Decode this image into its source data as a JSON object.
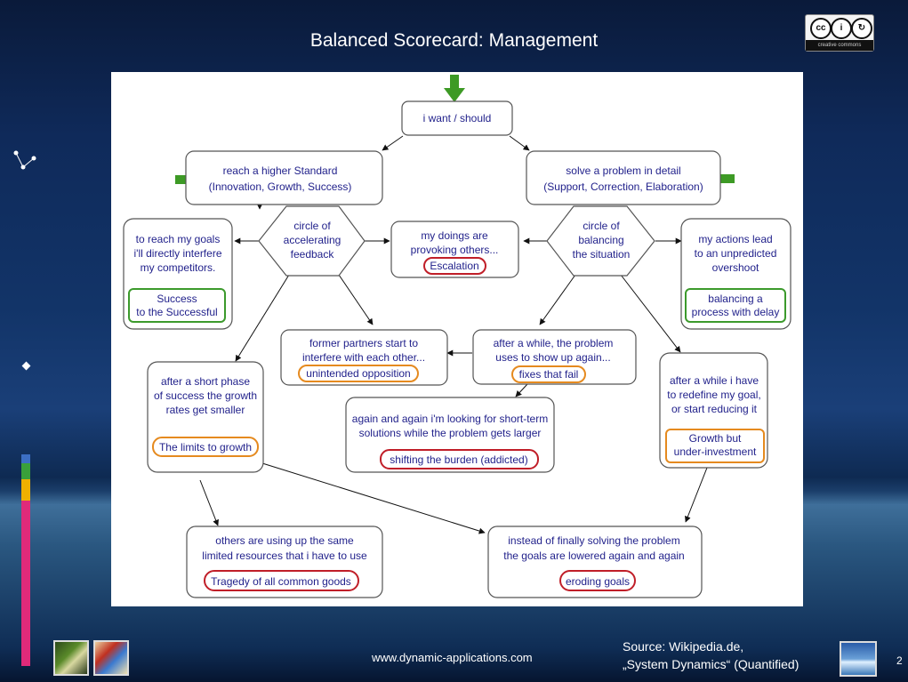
{
  "slide": {
    "title": "Balanced Scorecard: Management",
    "footer_url": "www.dynamic-applications.com",
    "source_line1": "Source: Wikipedia.de,",
    "source_line2": "„System Dynamics“ (Quantified)",
    "page_number": "2",
    "cc_label": "creative commons"
  },
  "colors": {
    "box_text": "#1f1f8a",
    "box_border": "#555555",
    "tag_red": "#c01e28",
    "tag_orange": "#e58a1f",
    "tag_green": "#3c9a2c",
    "arrow_green": "#3d9a25",
    "side_bars": [
      "#3c6fc4",
      "#3aa03a",
      "#f0b000",
      "#e02a7a"
    ]
  },
  "diagram": {
    "start": {
      "text": "i want / should"
    },
    "higher_standard": {
      "line1": "reach a higher Standard",
      "line2": "(Innovation, Growth, Success)"
    },
    "solve_problem": {
      "line1": "solve a problem in detail",
      "line2": "(Support, Correction, Elaboration)"
    },
    "circle_accel": {
      "line1": "circle of",
      "line2": "accelerating",
      "line3": "feedback"
    },
    "circle_balance": {
      "line1": "circle of",
      "line2": "balancing",
      "line3": "the situation"
    },
    "competitors": {
      "line1": "to reach my goals",
      "line2": "i'll directly interfere",
      "line3": "my competitors.",
      "tag1": "Success",
      "tag2": "to the Successful"
    },
    "provoking": {
      "line1": "my doings are",
      "line2": "provoking others...",
      "tag": "Escalation"
    },
    "overshoot": {
      "line1": "my actions lead",
      "line2": "to an unpredicted",
      "line3": "overshoot",
      "tag1": "balancing a",
      "tag2": "process with delay"
    },
    "former_partners": {
      "line1": "former partners start to",
      "line2": "interfere with each other...",
      "tag": "unintended opposition"
    },
    "after_while_problem": {
      "line1": "after a while, the problem",
      "line2": "uses to show up again...",
      "tag": "fixes that fail"
    },
    "short_phase": {
      "line1": "after a short phase",
      "line2": "of success the growth",
      "line3": "rates get smaller",
      "tag": "The limits to growth"
    },
    "redefine": {
      "line1": "after a while i have",
      "line2": "to redefine my goal,",
      "line3": "or start reducing it",
      "tag1": "Growth but",
      "tag2": "under-investment"
    },
    "short_term": {
      "line1": "again and again i'm looking for short-term",
      "line2": "solutions while the problem gets larger",
      "tag": "shifting the burden (addicted)"
    },
    "tragedy": {
      "line1": "others are using up the same",
      "line2": "limited resources that i have to use",
      "tag": "Tragedy of all common goods"
    },
    "eroding": {
      "line1": "instead of finally solving the problem",
      "line2": "the goals are lowered again and again",
      "tag": "eroding goals"
    }
  }
}
